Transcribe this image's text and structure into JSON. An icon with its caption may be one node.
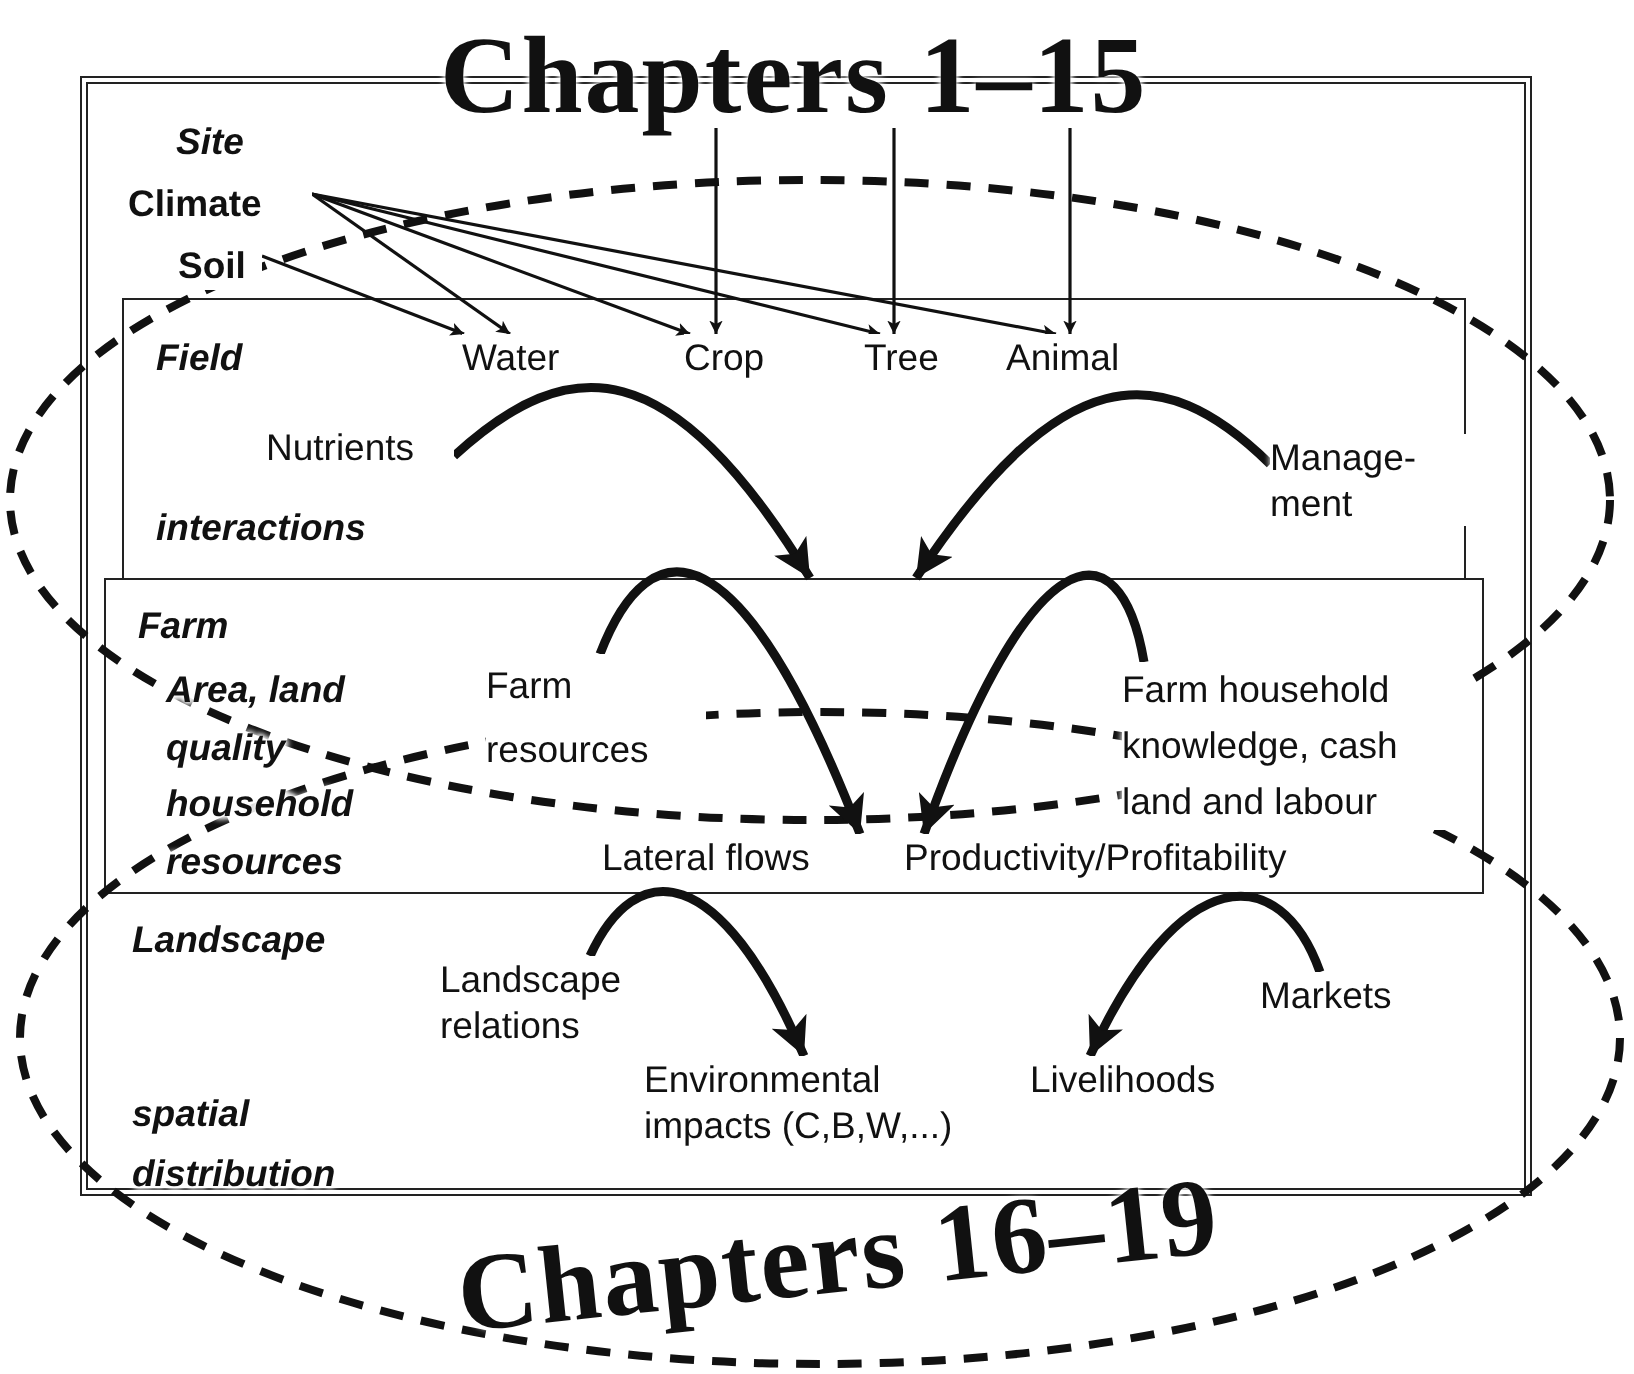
{
  "diagram": {
    "nodes": [
      {
        "text": [
          "Chapters 1–15"
        ]
      },
      {
        "text": [
          "Site",
          "Landscape",
          "spatial distribution"
        ]
      },
      {
        "text": [
          "Field",
          "interactions"
        ],
        "in": 1
      },
      {
        "text": [
          "Farm",
          "Area, land quality household resources"
        ],
        "in": 1
      },
      {
        "text": [
          "Climate"
        ],
        "in": 1
      },
      {
        "text": [
          "Soil"
        ],
        "in": 1
      },
      {
        "text": [
          "Water"
        ],
        "in": 2
      },
      {
        "text": [
          "Crop"
        ],
        "in": 2
      },
      {
        "text": [
          "Tree"
        ],
        "in": 2
      },
      {
        "text": [
          "Animal"
        ],
        "in": 2
      },
      {
        "text": [
          "Nutrients"
        ],
        "in": 2
      },
      {
        "text": [
          "Manage- ment"
        ],
        "in": 2
      },
      {
        "text": [
          "Farm resources"
        ],
        "in": 3
      },
      {
        "text": [
          "Farm household knowledge, cash land and labour"
        ],
        "in": 3
      },
      {
        "text": [
          "Lateral flows"
        ],
        "in": 3
      },
      {
        "text": [
          "Productivity/Profitability"
        ],
        "in": 3
      },
      {
        "text": [
          "Landscape relations"
        ],
        "in": 1
      },
      {
        "text": [
          "Environmental impacts (C,B,W,...)"
        ],
        "in": 1
      },
      {
        "text": [
          "Markets"
        ],
        "in": 1
      },
      {
        "text": [
          "Livelihoods"
        ],
        "in": 1
      },
      {
        "text": [
          "Chapters 16–19"
        ]
      }
    ],
    "edges": [
      {
        "from": 0,
        "to": 7,
        "arrow": "to"
      },
      {
        "from": 0,
        "to": 8,
        "arrow": "to"
      },
      {
        "from": 0,
        "to": 9,
        "arrow": "to"
      },
      {
        "from": 4,
        "to": 6,
        "arrow": "to"
      },
      {
        "from": 4,
        "to": 7,
        "arrow": "to"
      },
      {
        "from": 4,
        "to": 8,
        "arrow": "to"
      },
      {
        "from": 4,
        "to": 9,
        "arrow": "to"
      },
      {
        "from": 5,
        "to": 6,
        "arrow": "to"
      },
      {
        "from": 10,
        "to": 3,
        "arrow": "to",
        "style": "thick"
      },
      {
        "from": 11,
        "to": 3,
        "arrow": "to",
        "style": "thick"
      },
      {
        "from": 12,
        "to": 14,
        "arrow": "to",
        "style": "thick"
      },
      {
        "from": 13,
        "to": 15,
        "arrow": "to",
        "style": "thick"
      },
      {
        "from": 16,
        "to": 17,
        "arrow": "to",
        "style": "thick"
      },
      {
        "from": 18,
        "to": 19,
        "arrow": "to",
        "style": "thick"
      }
    ]
  }
}
